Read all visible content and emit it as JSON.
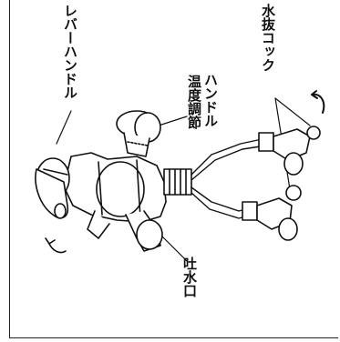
{
  "labels": {
    "lever_handle": "レバーハンドル",
    "temp_handle_line1": "温度調節",
    "temp_handle_line2": "ハンドル",
    "drain_cock": "水抜コック",
    "spout": "吐水口"
  },
  "colors": {
    "line": "#111111",
    "background": "#ffffff"
  },
  "icons": [
    "rotation-arrow-icon",
    "rotation-arrow-icon"
  ]
}
